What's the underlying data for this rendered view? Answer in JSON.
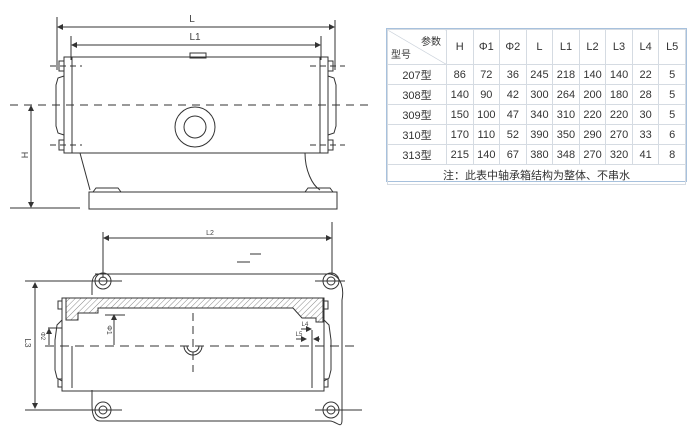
{
  "drawing": {
    "front_view": {
      "labels": {
        "length": "L",
        "length_inner": "L1",
        "height": "H"
      }
    },
    "plan_view": {
      "labels": {
        "l2": "L2",
        "l3": "L3",
        "phi1": "Φ1",
        "phi2": "Φ2",
        "l4": "L4",
        "l5": "L5"
      }
    }
  },
  "spec_table": {
    "corner": {
      "param_label": "参数",
      "model_label": "型号"
    },
    "columns": [
      "H",
      "Φ1",
      "Φ2",
      "L",
      "L1",
      "L2",
      "L3",
      "L4",
      "L5"
    ],
    "rows": [
      {
        "model": "207型",
        "values": [
          "86",
          "72",
          "36",
          "245",
          "218",
          "140",
          "140",
          "22",
          "5"
        ]
      },
      {
        "model": "308型",
        "values": [
          "140",
          "90",
          "42",
          "300",
          "264",
          "200",
          "180",
          "28",
          "5"
        ]
      },
      {
        "model": "309型",
        "values": [
          "150",
          "100",
          "47",
          "340",
          "310",
          "220",
          "220",
          "30",
          "5"
        ]
      },
      {
        "model": "310型",
        "values": [
          "170",
          "110",
          "52",
          "390",
          "350",
          "290",
          "270",
          "33",
          "6"
        ]
      },
      {
        "model": "313型",
        "values": [
          "215",
          "140",
          "67",
          "380",
          "348",
          "270",
          "320",
          "41",
          "8"
        ]
      }
    ],
    "note": "注：此表中轴承箱结构为整体、不串水",
    "border_color": "#a7c1dd"
  }
}
